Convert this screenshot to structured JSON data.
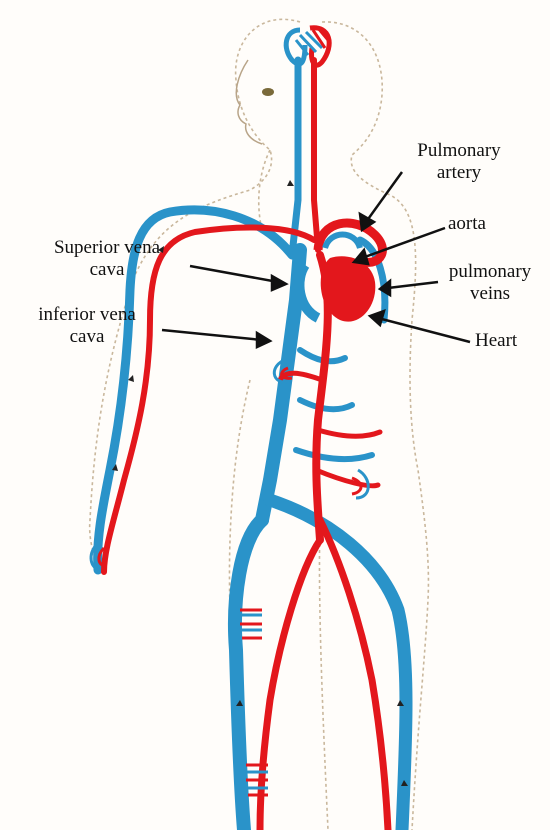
{
  "labels": {
    "pulmonary_artery": [
      "Pulmonary",
      "artery"
    ],
    "aorta": "aorta",
    "superior_vena_cava": [
      "Superior vena",
      "cava"
    ],
    "pulmonary_veins": [
      "pulmonary",
      "veins"
    ],
    "inferior_vena_cava": [
      "inferior vena",
      "cava"
    ],
    "heart": "Heart"
  },
  "colors": {
    "vein": "#2a93c9",
    "artery": "#e3171c",
    "outline": "#c9b79c",
    "label_line": "#111111"
  }
}
